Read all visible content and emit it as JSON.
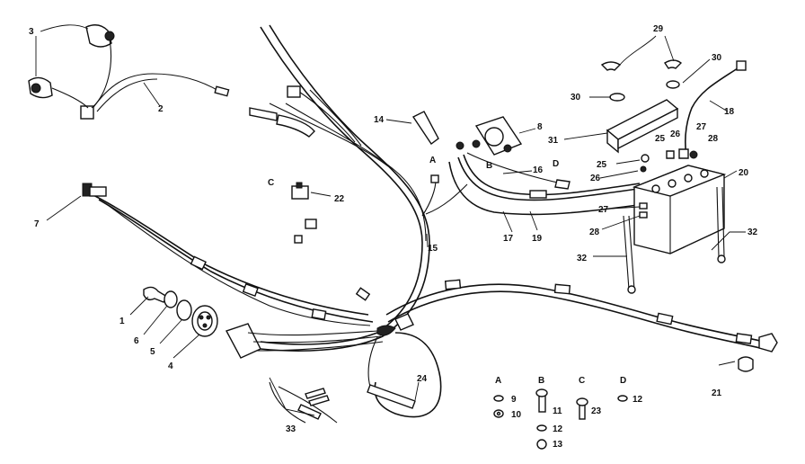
{
  "labels": {
    "l1": "1",
    "l2": "2",
    "l3": "3",
    "l4": "4",
    "l5": "5",
    "l6": "6",
    "l7": "7",
    "l8": "8",
    "l9": "9",
    "l10": "10",
    "l11": "11",
    "l12a": "12",
    "l12b": "12",
    "l13": "13",
    "l14": "14",
    "l15": "15",
    "l16": "16",
    "l17": "17",
    "l18": "18",
    "l19": "19",
    "l20": "20",
    "l21": "21",
    "l22": "22",
    "l23": "23",
    "l24": "24",
    "l25a": "25",
    "l25b": "25",
    "l26a": "26",
    "l26b": "26",
    "l27a": "27",
    "l27b": "27",
    "l28a": "28",
    "l28b": "28",
    "l29": "29",
    "l30a": "30",
    "l30b": "30",
    "l31": "31",
    "l32a": "32",
    "l32b": "32",
    "l33": "33"
  },
  "letters": {
    "A_wire": "A",
    "B_wire": "B",
    "C_wire": "C",
    "D_wire": "D",
    "A_key": "A",
    "B_key": "B",
    "C_key": "C",
    "D_key": "D"
  }
}
